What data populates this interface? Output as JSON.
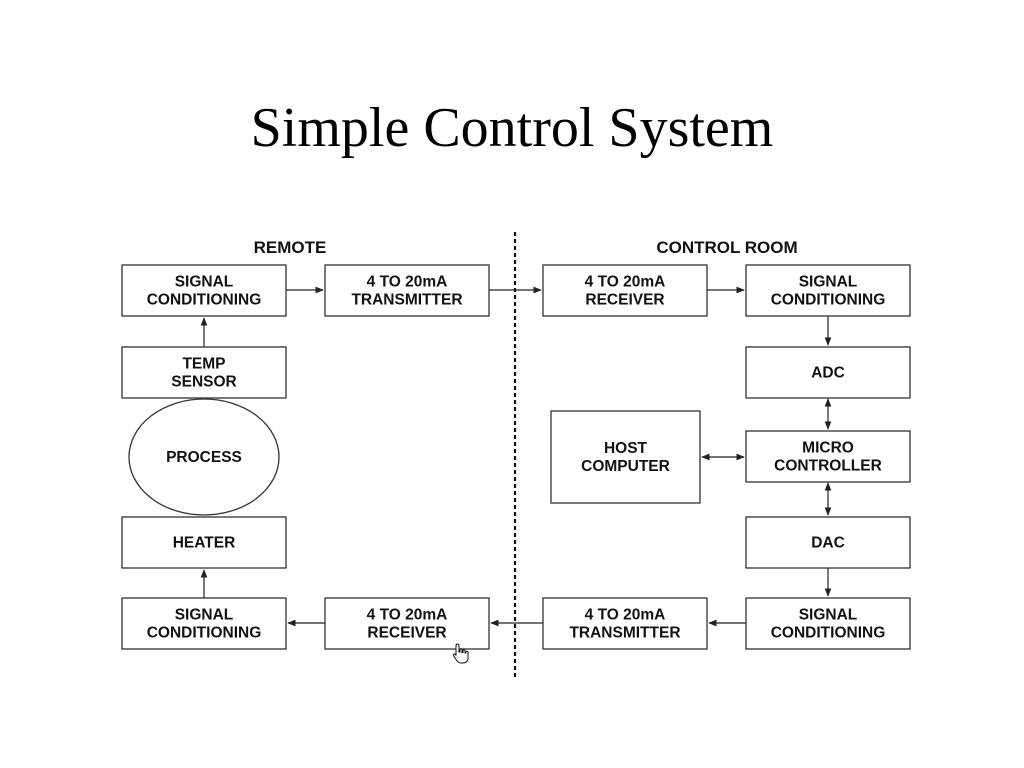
{
  "title": "Simple Control System",
  "sections": {
    "remote": "REMOTE",
    "control_room": "CONTROL ROOM"
  },
  "blocks": {
    "remote_signal_conditioning_top": [
      "SIGNAL",
      "CONDITIONING"
    ],
    "remote_transmitter": [
      "4 TO 20mA",
      "TRANSMITTER"
    ],
    "temp_sensor": [
      "TEMP",
      "SENSOR"
    ],
    "process": [
      "PROCESS"
    ],
    "heater": [
      "HEATER"
    ],
    "remote_signal_conditioning_bottom": [
      "SIGNAL",
      "CONDITIONING"
    ],
    "remote_receiver": [
      "4 TO 20mA",
      "RECEIVER"
    ],
    "control_receiver": [
      "4 TO 20mA",
      "RECEIVER"
    ],
    "control_signal_conditioning_top": [
      "SIGNAL",
      "CONDITIONING"
    ],
    "adc": [
      "ADC"
    ],
    "host_computer": [
      "HOST",
      "COMPUTER"
    ],
    "micro_controller": [
      "MICRO",
      "CONTROLLER"
    ],
    "dac": [
      "DAC"
    ],
    "control_transmitter": [
      "4 TO 20mA",
      "TRANSMITTER"
    ],
    "control_signal_conditioning_bottom": [
      "SIGNAL",
      "CONDITIONING"
    ]
  },
  "connections": [
    {
      "from": "remote_signal_conditioning_top",
      "to": "remote_transmitter",
      "dir": "one-way"
    },
    {
      "from": "remote_transmitter",
      "to": "control_receiver",
      "dir": "one-way"
    },
    {
      "from": "control_receiver",
      "to": "control_signal_conditioning_top",
      "dir": "one-way"
    },
    {
      "from": "control_signal_conditioning_top",
      "to": "adc",
      "dir": "one-way"
    },
    {
      "from": "adc",
      "to": "micro_controller",
      "dir": "two-way"
    },
    {
      "from": "host_computer",
      "to": "micro_controller",
      "dir": "two-way"
    },
    {
      "from": "micro_controller",
      "to": "dac",
      "dir": "two-way"
    },
    {
      "from": "dac",
      "to": "control_signal_conditioning_bottom",
      "dir": "one-way"
    },
    {
      "from": "control_signal_conditioning_bottom",
      "to": "control_transmitter",
      "dir": "one-way"
    },
    {
      "from": "control_transmitter",
      "to": "remote_receiver",
      "dir": "one-way"
    },
    {
      "from": "remote_receiver",
      "to": "remote_signal_conditioning_bottom",
      "dir": "one-way"
    },
    {
      "from": "remote_signal_conditioning_bottom",
      "to": "heater",
      "dir": "one-way"
    },
    {
      "from": "temp_sensor",
      "to": "remote_signal_conditioning_top",
      "dir": "one-way"
    }
  ],
  "cursor_icon": "hand-pointer-icon"
}
